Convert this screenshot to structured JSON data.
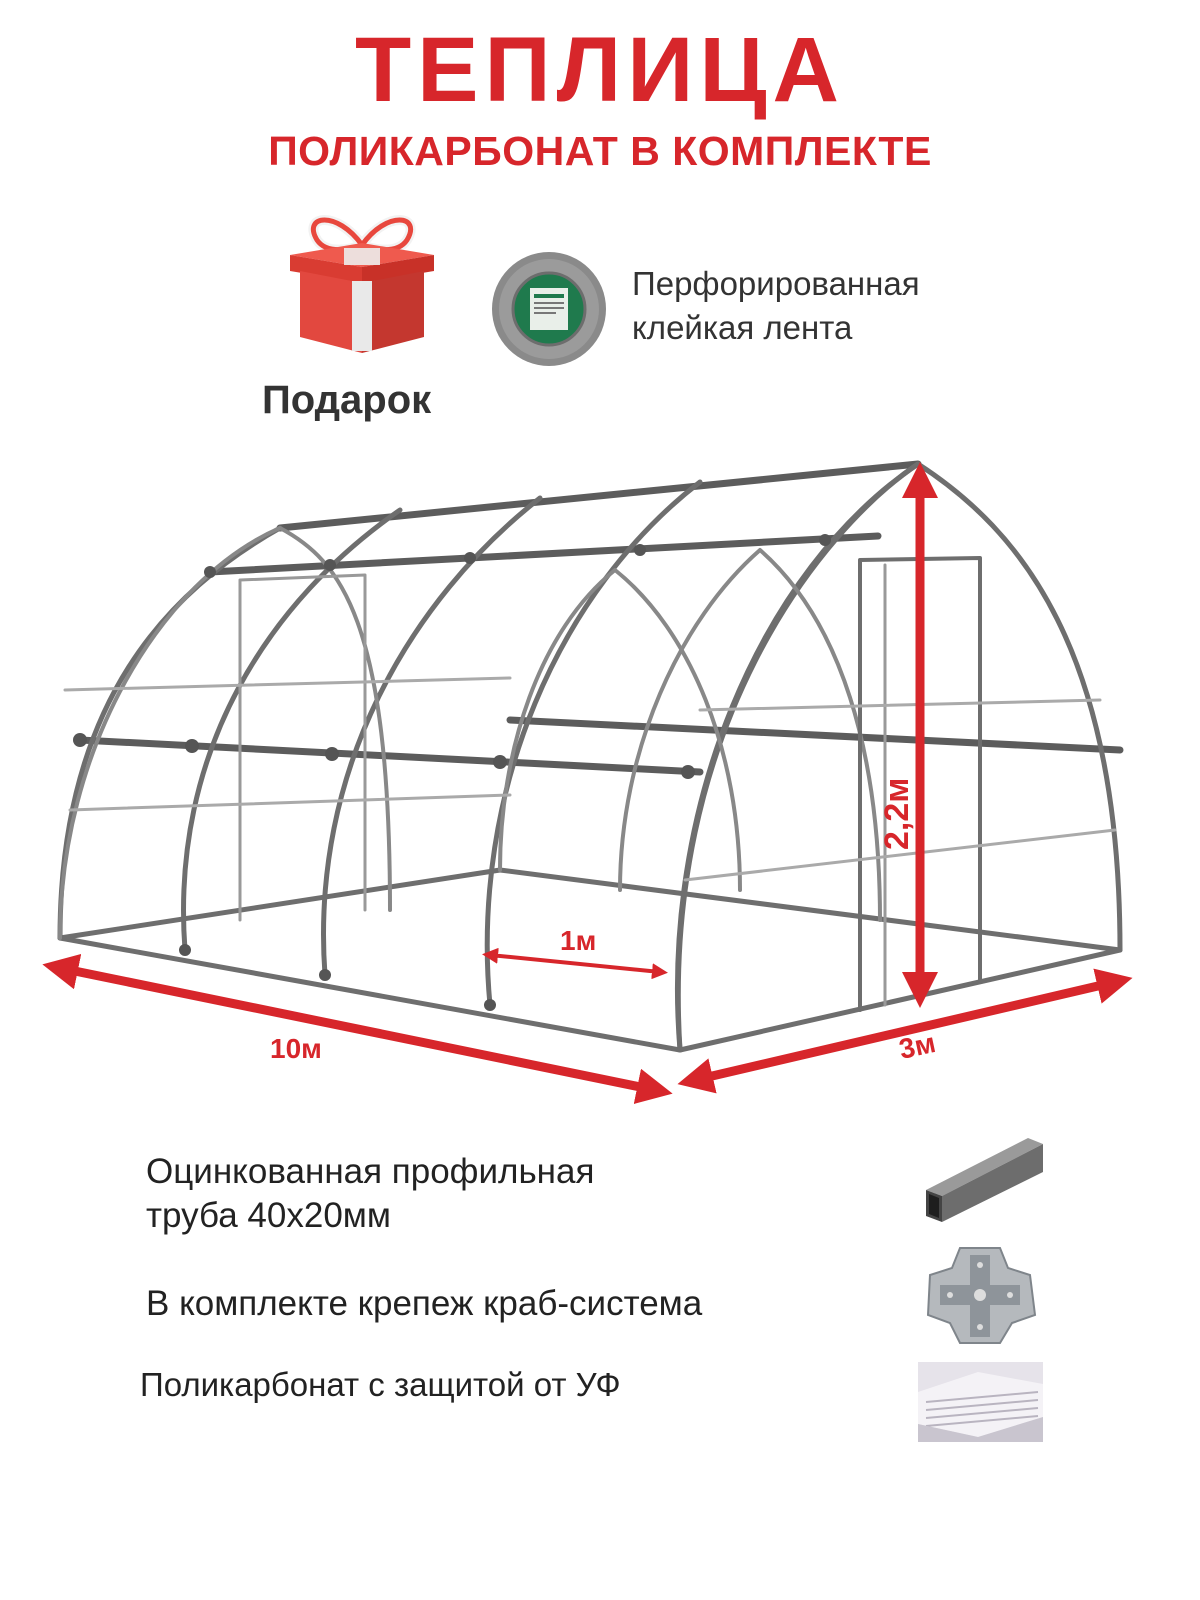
{
  "header": {
    "title": "ТЕПЛИЦА",
    "subtitle": "ПОЛИКАРБОНАТ В КОМПЛЕКТЕ"
  },
  "gift": {
    "label": "Подарок",
    "icon": "gift-box-icon"
  },
  "bonus": {
    "label_line1": "Перфорированная",
    "label_line2": "клейкая лента",
    "icon": "tape-roll-icon"
  },
  "dimensions": {
    "length": "10м",
    "width": "3м",
    "height": "2,2м",
    "arc_spacing": "1м"
  },
  "features": [
    {
      "line1": "Оцинкованная профильная",
      "line2": "труба  40х20мм",
      "icon": "profile-pipe-icon"
    },
    {
      "line1": "В комплекте крепеж краб-система",
      "icon": "crab-connector-icon"
    },
    {
      "line1": "Поликарбонат с защитой от УФ",
      "icon": "polycarbonate-sheet-icon"
    }
  ],
  "colors": {
    "accent_red": "#d7262b",
    "frame_gray": "#6e6e6e",
    "gift_red": "#e2483f"
  }
}
